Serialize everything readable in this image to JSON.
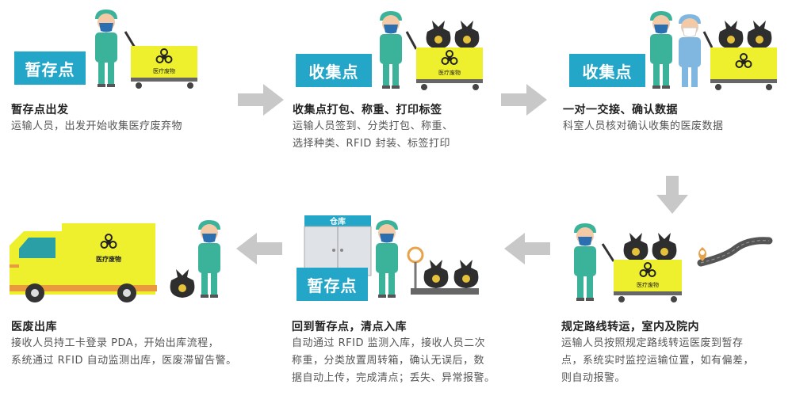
{
  "labels": {
    "temp_storage": "暂存点",
    "collection": "收集点",
    "warehouse": "仓库",
    "bin_text": "医疗废物"
  },
  "steps": [
    {
      "title": "暂存点出发",
      "lines": [
        "运输人员，出发开始收集医疗废弃物"
      ]
    },
    {
      "title": "收集点打包、称重、打印标签",
      "lines": [
        "运输人员签到、分类打包、称重、",
        "选择种类、RFID 封装、标签打印"
      ]
    },
    {
      "title": "一对一交接、确认数据",
      "lines": [
        "科室人员核对确认收集的医废数据"
      ]
    },
    {
      "title": "规定路线转运，室内及院内",
      "lines": [
        "运输人员按照规定路线转运医废到暂存",
        "点，系统实时监控运输位置，如有偏差，",
        "则自动报警。"
      ]
    },
    {
      "title": "回到暂存点，清点入库",
      "lines": [
        "自动通过 RFID 监测入库，接收人员二次",
        "称重，分类放置周转箱，确认无误后，数",
        "据自动上传，完成清点；丢失、异常报警。"
      ]
    },
    {
      "title": "医废出库",
      "lines": [
        "接收人员持工卡登录 PDA，开始出库流程，",
        "系统通过 RFID 自动监测出库，医废滞留告警。"
      ]
    }
  ],
  "colors": {
    "accent": "#23a6c8",
    "bin_yellow": "#eef02e",
    "worker_teal": "#3bb39a",
    "arrow_gray": "#c8c8c8"
  }
}
